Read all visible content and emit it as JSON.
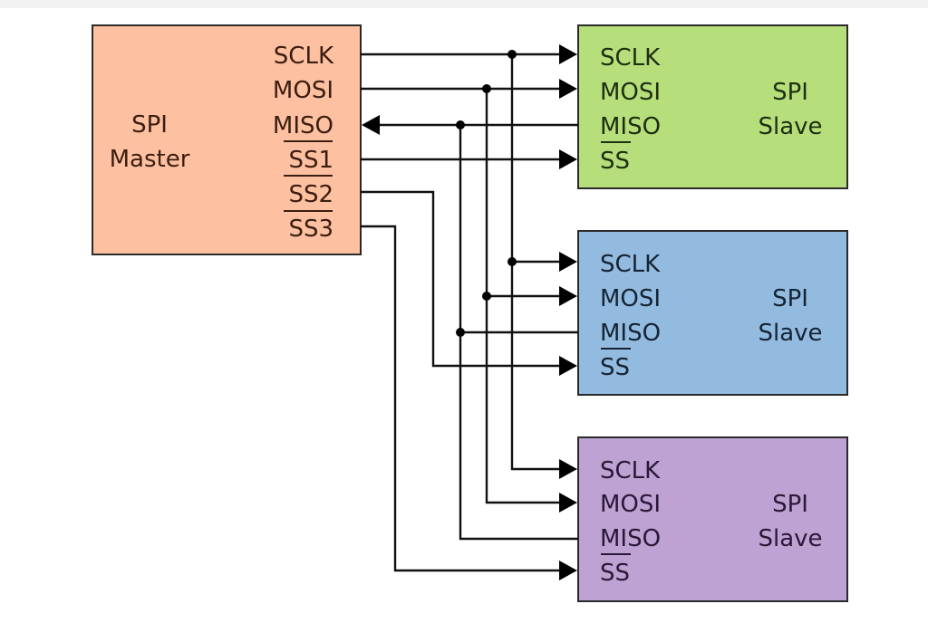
{
  "diagram": {
    "title": "SPI bus: single master, three slaves",
    "colors": {
      "master_fill": "#fdc0a0",
      "slave1_fill": "#b6df7c",
      "slave2_fill": "#93bbe0",
      "slave3_fill": "#bda2d3",
      "wire": "#111111",
      "border": "#2a2a2a",
      "top_strip": "#f2f2f2"
    },
    "master": {
      "name_line1": "SPI",
      "name_line2": "Master",
      "pins": [
        {
          "id": "sclk",
          "label": "SCLK",
          "overbar": false,
          "direction": "out"
        },
        {
          "id": "mosi",
          "label": "MOSI",
          "overbar": false,
          "direction": "out"
        },
        {
          "id": "miso",
          "label": "MISO",
          "overbar": false,
          "direction": "in"
        },
        {
          "id": "ss1",
          "label": "SS1",
          "overbar": true,
          "direction": "out"
        },
        {
          "id": "ss2",
          "label": "SS2",
          "overbar": true,
          "direction": "out"
        },
        {
          "id": "ss3",
          "label": "SS3",
          "overbar": true,
          "direction": "out"
        }
      ]
    },
    "slaves": [
      {
        "id": "slave1",
        "name_line1": "SPI",
        "name_line2": "Slave",
        "pins": [
          {
            "label": "SCLK",
            "overbar": false
          },
          {
            "label": "MOSI",
            "overbar": false
          },
          {
            "label": "MISO",
            "overbar": false
          },
          {
            "label": "SS",
            "overbar": true
          }
        ],
        "select_line": "SS1"
      },
      {
        "id": "slave2",
        "name_line1": "SPI",
        "name_line2": "Slave",
        "pins": [
          {
            "label": "SCLK",
            "overbar": false
          },
          {
            "label": "MOSI",
            "overbar": false
          },
          {
            "label": "MISO",
            "overbar": false
          },
          {
            "label": "SS",
            "overbar": true
          }
        ],
        "select_line": "SS2"
      },
      {
        "id": "slave3",
        "name_line1": "SPI",
        "name_line2": "Slave",
        "pins": [
          {
            "label": "SCLK",
            "overbar": false
          },
          {
            "label": "MOSI",
            "overbar": false
          },
          {
            "label": "MISO",
            "overbar": false
          },
          {
            "label": "SS",
            "overbar": true
          }
        ],
        "select_line": "SS3"
      }
    ],
    "connections": [
      {
        "from": "master.SCLK",
        "to": [
          "slave1.SCLK",
          "slave2.SCLK",
          "slave3.SCLK"
        ],
        "shared": true
      },
      {
        "from": "master.MOSI",
        "to": [
          "slave1.MOSI",
          "slave2.MOSI",
          "slave3.MOSI"
        ],
        "shared": true
      },
      {
        "from": [
          "slave1.MISO",
          "slave2.MISO",
          "slave3.MISO"
        ],
        "to": "master.MISO",
        "shared": true
      },
      {
        "from": "master.SS1",
        "to": [
          "slave1.SS"
        ],
        "shared": false
      },
      {
        "from": "master.SS2",
        "to": [
          "slave2.SS"
        ],
        "shared": false
      },
      {
        "from": "master.SS3",
        "to": [
          "slave3.SS"
        ],
        "shared": false
      }
    ]
  }
}
